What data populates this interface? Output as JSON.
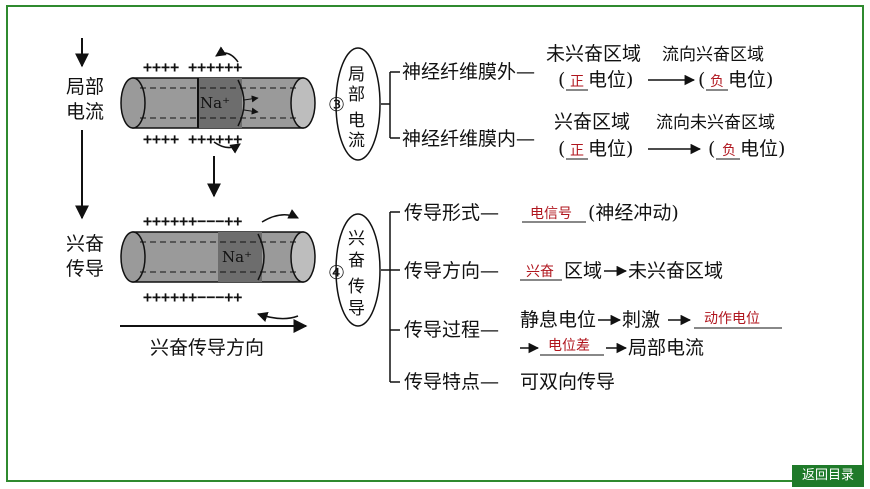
{
  "left_labels": {
    "local_current": [
      "局部",
      "电流"
    ],
    "excitation": [
      "兴奋",
      "传导"
    ],
    "direction": "兴奋传导方向"
  },
  "charges": {
    "top1": "++++  ++++++",
    "bottom1": "++++  ++++++",
    "top2": "++++++−−−++",
    "bottom2": "++++++−−−++",
    "na1": "Na⁺",
    "na2": "Na⁺"
  },
  "section3": {
    "number": "③",
    "title_chars": [
      "局",
      "部",
      "电",
      "流"
    ],
    "outer_label": "神经纤维膜外—",
    "outer_top": "未兴奋区域",
    "outer_flow": "流向兴奋区域",
    "outer_from": "(",
    "outer_from_fill": "正",
    "outer_from_tail": "电位)",
    "outer_to": "(",
    "outer_to_fill": "负",
    "outer_to_tail": "电位)",
    "inner_label": "神经纤维膜内—",
    "inner_top": "兴奋区域",
    "inner_flow": "流向未兴奋区域",
    "inner_from": "(",
    "inner_from_fill": "正",
    "inner_from_tail": "电位)",
    "inner_to": "(",
    "inner_to_fill": "负",
    "inner_to_tail": "电位)"
  },
  "section4": {
    "number": "④",
    "title_chars": [
      "兴",
      "奋",
      "传",
      "导"
    ],
    "form_label": "传导形式—",
    "form_fill": "电信号",
    "form_tail": "(神经冲动)",
    "dir_label": "传导方向—",
    "dir_fill": "兴奋",
    "dir_tail": "区域",
    "dir_end": "未兴奋区域",
    "proc_label": "传导过程—",
    "proc_a": "静息电位",
    "proc_b": "刺激",
    "proc_fill1": "动作电位",
    "proc_fill2": "电位差",
    "proc_c": "局部电流",
    "feat_label": "传导特点—",
    "feat_text": "可双向传导"
  },
  "back_button": "返回目录",
  "colors": {
    "frame": "#2f8a2f",
    "answer": "#b0161e",
    "button_bg": "#1f7a2a"
  }
}
